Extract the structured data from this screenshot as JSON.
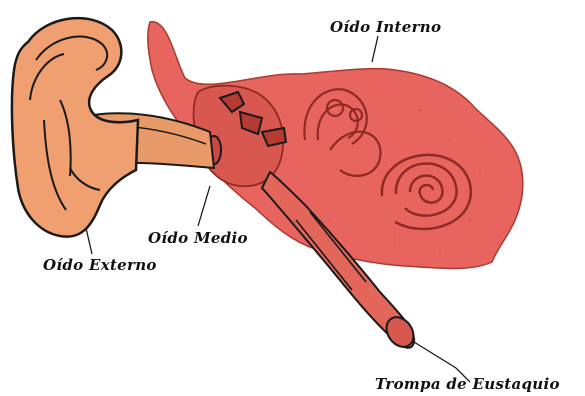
{
  "labels": {
    "inner_ear": "Oído Interno",
    "middle_ear": "Oído Medio",
    "outer_ear": "Oído Externo",
    "eustachian_tube": "Trompa de Eustaquio"
  },
  "colors": {
    "outer_ear": "#f0a070",
    "ear_canal": "#e89a68",
    "inner_ear": "#e8645e",
    "middle_ear": "#d8584f",
    "tube": "#e2675a",
    "outline": "#1a1a1a"
  }
}
